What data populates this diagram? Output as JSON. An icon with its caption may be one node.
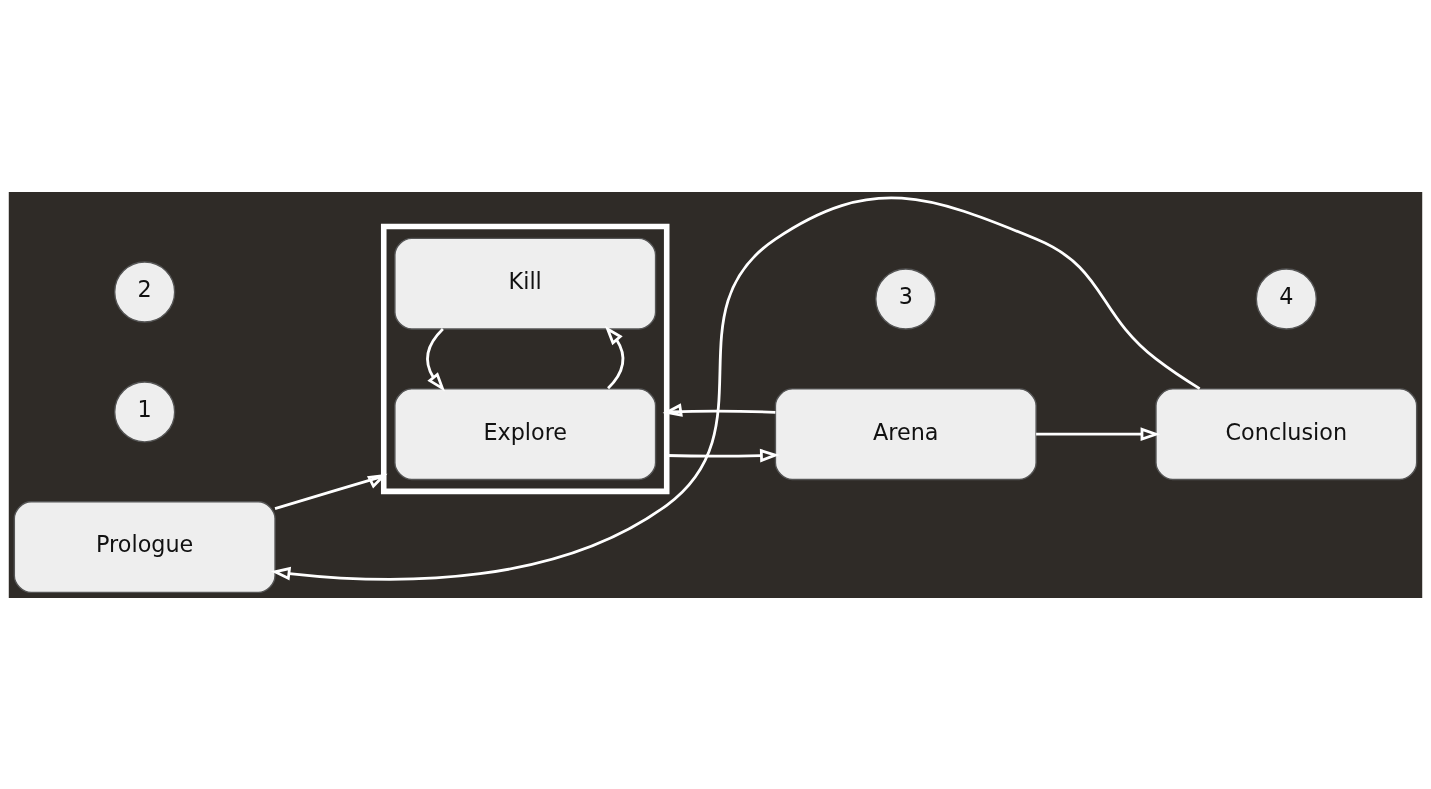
{
  "diagram": {
    "nodes": [
      {
        "text": [
          "2"
        ]
      },
      {
        "text": [],
        "shape": "box"
      },
      {
        "text": [
          "Explore"
        ],
        "in": 1
      },
      {
        "text": [
          "Kill"
        ],
        "in": 1
      },
      {
        "text": [
          "1"
        ]
      },
      {
        "text": [
          "Prologue"
        ]
      },
      {
        "text": [
          "3"
        ]
      },
      {
        "text": [
          "Arena"
        ]
      },
      {
        "text": [
          "4"
        ]
      },
      {
        "text": [
          "Conclusion"
        ]
      }
    ],
    "edges": [
      {
        "from": 5,
        "to": 1,
        "arrow": "to"
      },
      {
        "from": 2,
        "to": 3,
        "arrow": "to"
      },
      {
        "from": 3,
        "to": 2,
        "arrow": "to"
      },
      {
        "from": 1,
        "to": 7,
        "arrow": "to"
      },
      {
        "from": 7,
        "to": 1,
        "arrow": "to"
      },
      {
        "from": 7,
        "to": 9,
        "arrow": "to"
      },
      {
        "from": 9,
        "to": 5,
        "arrow": "to"
      }
    ]
  }
}
